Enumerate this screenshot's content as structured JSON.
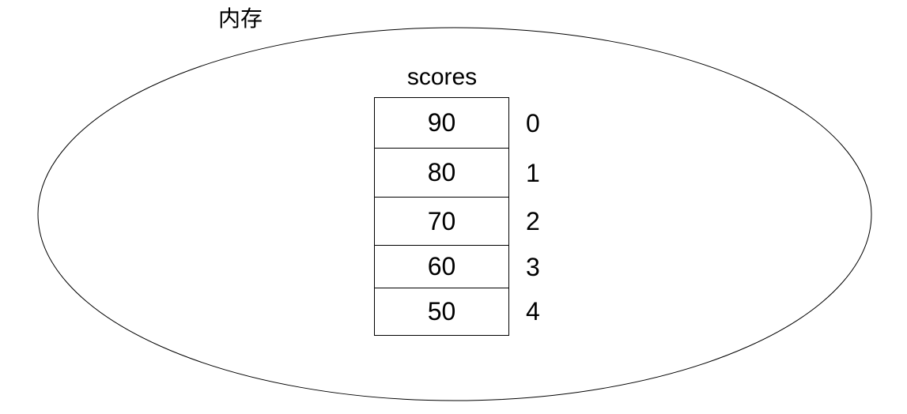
{
  "diagram": {
    "memory_label": "内存",
    "array": {
      "name": "scores",
      "cells": [
        {
          "value": "90",
          "index": "0"
        },
        {
          "value": "80",
          "index": "1"
        },
        {
          "value": "70",
          "index": "2"
        },
        {
          "value": "60",
          "index": "3"
        },
        {
          "value": "50",
          "index": "4"
        }
      ]
    },
    "colors": {
      "stroke": "#000000",
      "background": "#ffffff"
    }
  }
}
